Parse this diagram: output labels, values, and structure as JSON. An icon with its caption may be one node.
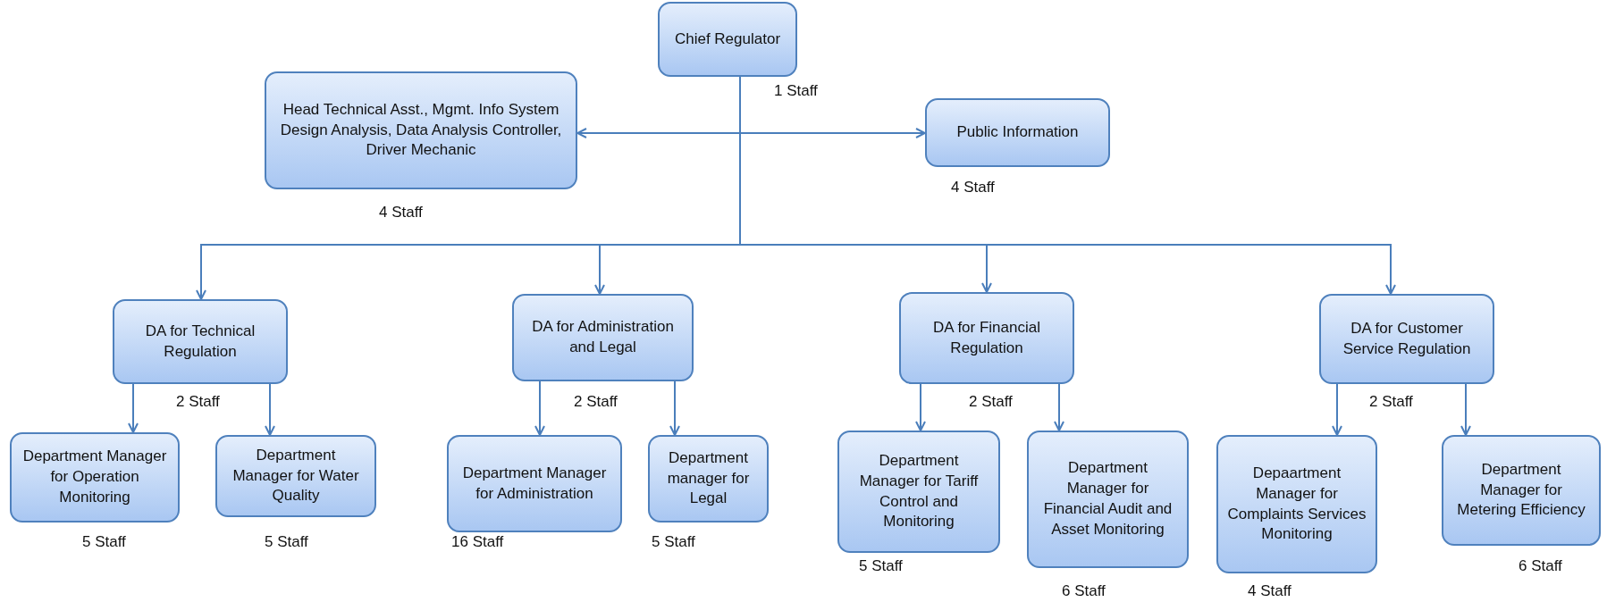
{
  "diagram": {
    "nodes": [
      {
        "text": [
          "Chief Regulator"
        ],
        "beside": [
          "1 Staff"
        ]
      },
      {
        "text": [
          "Head Technical Asst., Mgmt. Info System Design Analysis, Data Analysis Controller, Driver Mechanic"
        ],
        "beside": [
          "4 Staff"
        ]
      },
      {
        "text": [
          "Public Information"
        ],
        "beside": [
          "4 Staff"
        ]
      },
      {
        "text": [
          "DA for Technical Regulation"
        ],
        "beside": [
          "2 Staff"
        ]
      },
      {
        "text": [
          "DA for Administration and Legal"
        ],
        "beside": [
          "2 Staff"
        ]
      },
      {
        "text": [
          "DA for Financial Regulation"
        ],
        "beside": [
          "2 Staff"
        ]
      },
      {
        "text": [
          "DA for Customer Service Regulation"
        ],
        "beside": [
          "2 Staff"
        ]
      },
      {
        "text": [
          "Department Manager for Operation Monitoring"
        ],
        "beside": [
          "5 Staff"
        ]
      },
      {
        "text": [
          "Department Manager for Water Quality"
        ],
        "beside": [
          "5 Staff"
        ]
      },
      {
        "text": [
          "Department Manager for Administration"
        ],
        "beside": [
          "16 Staff"
        ]
      },
      {
        "text": [
          "Department manager for Legal"
        ],
        "beside": [
          "5 Staff"
        ]
      },
      {
        "text": [
          "Department Manager for Tariff Control and Monitoring"
        ],
        "beside": [
          "5 Staff"
        ]
      },
      {
        "text": [
          "Department Manager for Financial Audit and Asset Monitoring"
        ],
        "beside": [
          "6 Staff"
        ]
      },
      {
        "text": [
          "Depaartment Manager for Complaints Services Monitoring"
        ],
        "beside": [
          "4 Staff"
        ]
      },
      {
        "text": [
          "Department Manager for Metering Efficiency"
        ],
        "beside": [
          "6 Staff"
        ]
      }
    ],
    "edges": [
      {
        "from": 0,
        "to": 1,
        "arrow": "to"
      },
      {
        "from": 0,
        "to": 2,
        "arrow": "to"
      },
      {
        "from": 0,
        "to": 3,
        "arrow": "to"
      },
      {
        "from": 0,
        "to": 4,
        "arrow": "to"
      },
      {
        "from": 0,
        "to": 5,
        "arrow": "to"
      },
      {
        "from": 0,
        "to": 6,
        "arrow": "to"
      },
      {
        "from": 3,
        "to": 7,
        "arrow": "to"
      },
      {
        "from": 3,
        "to": 8,
        "arrow": "to"
      },
      {
        "from": 4,
        "to": 9,
        "arrow": "to"
      },
      {
        "from": 4,
        "to": 10,
        "arrow": "to"
      },
      {
        "from": 5,
        "to": 11,
        "arrow": "to"
      },
      {
        "from": 5,
        "to": 12,
        "arrow": "to"
      },
      {
        "from": 6,
        "to": 13,
        "arrow": "to"
      },
      {
        "from": 6,
        "to": 14,
        "arrow": "to"
      }
    ]
  }
}
